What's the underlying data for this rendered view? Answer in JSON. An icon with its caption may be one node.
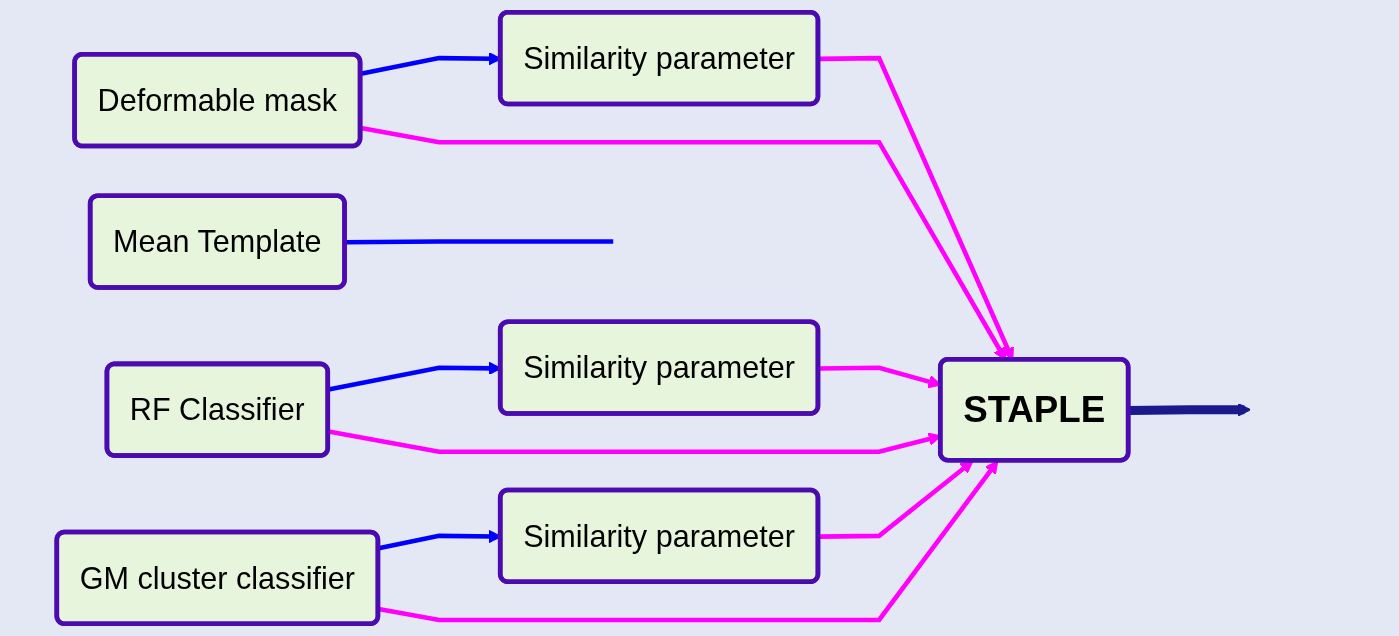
{
  "diagram": {
    "nodes": [
      {
        "text": [
          "Mean Template"
        ]
      },
      {
        "text": [
          "Similarity parameter"
        ]
      },
      {
        "text": [
          "Similarity parameter"
        ]
      },
      {
        "text": [
          "Similarity parameter"
        ]
      },
      {
        "text": [
          "Deformable mask"
        ]
      },
      {
        "text": [
          "RF Classifier"
        ]
      },
      {
        "text": [
          "GM cluster classifier"
        ]
      },
      {
        "text": [
          "STAPLE"
        ]
      }
    ],
    "edges": [
      {
        "from": 0,
        "to": null,
        "arrow": "none",
        "color": "#0000ff"
      },
      {
        "from": 4,
        "to": 1,
        "arrow": "to",
        "color": "#0000ff"
      },
      {
        "from": 5,
        "to": 2,
        "arrow": "to",
        "color": "#0000ff"
      },
      {
        "from": 6,
        "to": 3,
        "arrow": "to",
        "color": "#0000ff"
      },
      {
        "from": 1,
        "to": 7,
        "arrow": "to"
      },
      {
        "from": 2,
        "to": 7,
        "arrow": "to"
      },
      {
        "from": 3,
        "to": 7,
        "arrow": "to"
      },
      {
        "from": 4,
        "to": 7,
        "arrow": "to"
      },
      {
        "from": 5,
        "to": 7,
        "arrow": "to"
      },
      {
        "from": 6,
        "to": 7,
        "arrow": "to"
      },
      {
        "from": 7,
        "to": null,
        "arrow": "to",
        "style": "thick",
        "color": "#1a1a8c"
      }
    ]
  }
}
